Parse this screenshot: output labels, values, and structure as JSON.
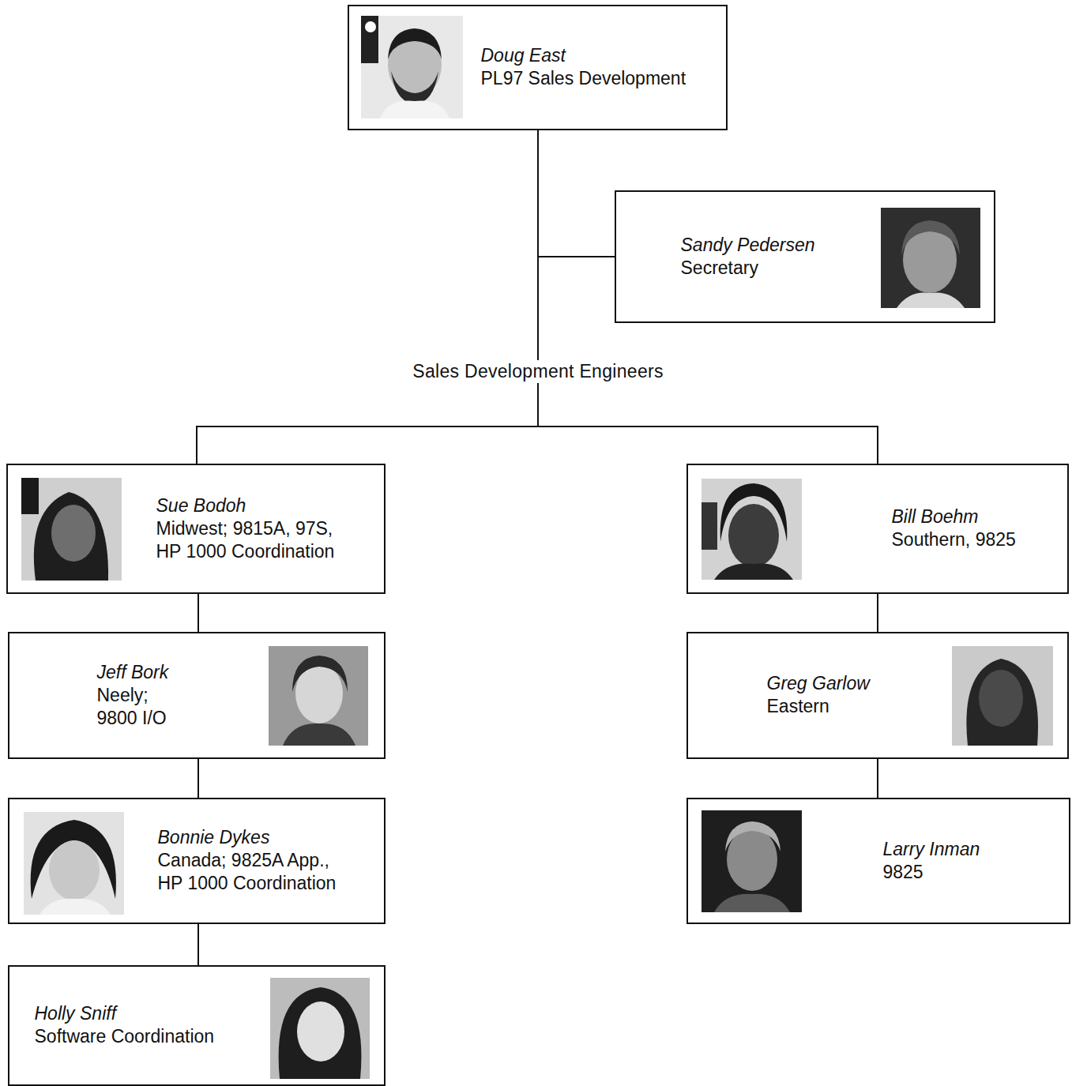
{
  "diagram": {
    "nodes": [
      {
        "text": [
          "Doug East",
          "PL97 Sales Development"
        ]
      },
      {
        "text": [
          "Sandy Pedersen",
          "Secretary"
        ]
      },
      {
        "text": [
          "Sue Bodoh",
          "Midwest; 9815A, 97S, HP 1000 Coordination"
        ]
      },
      {
        "text": [
          "Bill Boehm",
          "Southern, 9825"
        ]
      },
      {
        "text": [
          "Jeff Bork",
          "Neely; 9800 I/O"
        ]
      },
      {
        "text": [
          "Greg Garlow",
          "Eastern"
        ]
      },
      {
        "text": [
          "Bonnie Dykes",
          "Canada; 9825A App., HP 1000 Coordination"
        ]
      },
      {
        "text": [
          "Larry Inman",
          "9825"
        ]
      },
      {
        "text": [
          "Holly Sniff",
          "Software Coordination"
        ]
      }
    ],
    "edges": [
      {
        "from": 0,
        "to": 1,
        "arrow": "none"
      },
      {
        "from": 0,
        "to": 2,
        "arrow": "none"
      },
      {
        "from": 0,
        "to": 3,
        "arrow": "none"
      },
      {
        "from": 2,
        "to": 4,
        "arrow": "none"
      },
      {
        "from": 4,
        "to": 6,
        "arrow": "none"
      },
      {
        "from": 6,
        "to": 8,
        "arrow": "none"
      },
      {
        "from": 3,
        "to": 5,
        "arrow": "none"
      },
      {
        "from": 5,
        "to": 7,
        "arrow": "none"
      }
    ],
    "labels": [
      "Sales Development Engineers"
    ]
  }
}
